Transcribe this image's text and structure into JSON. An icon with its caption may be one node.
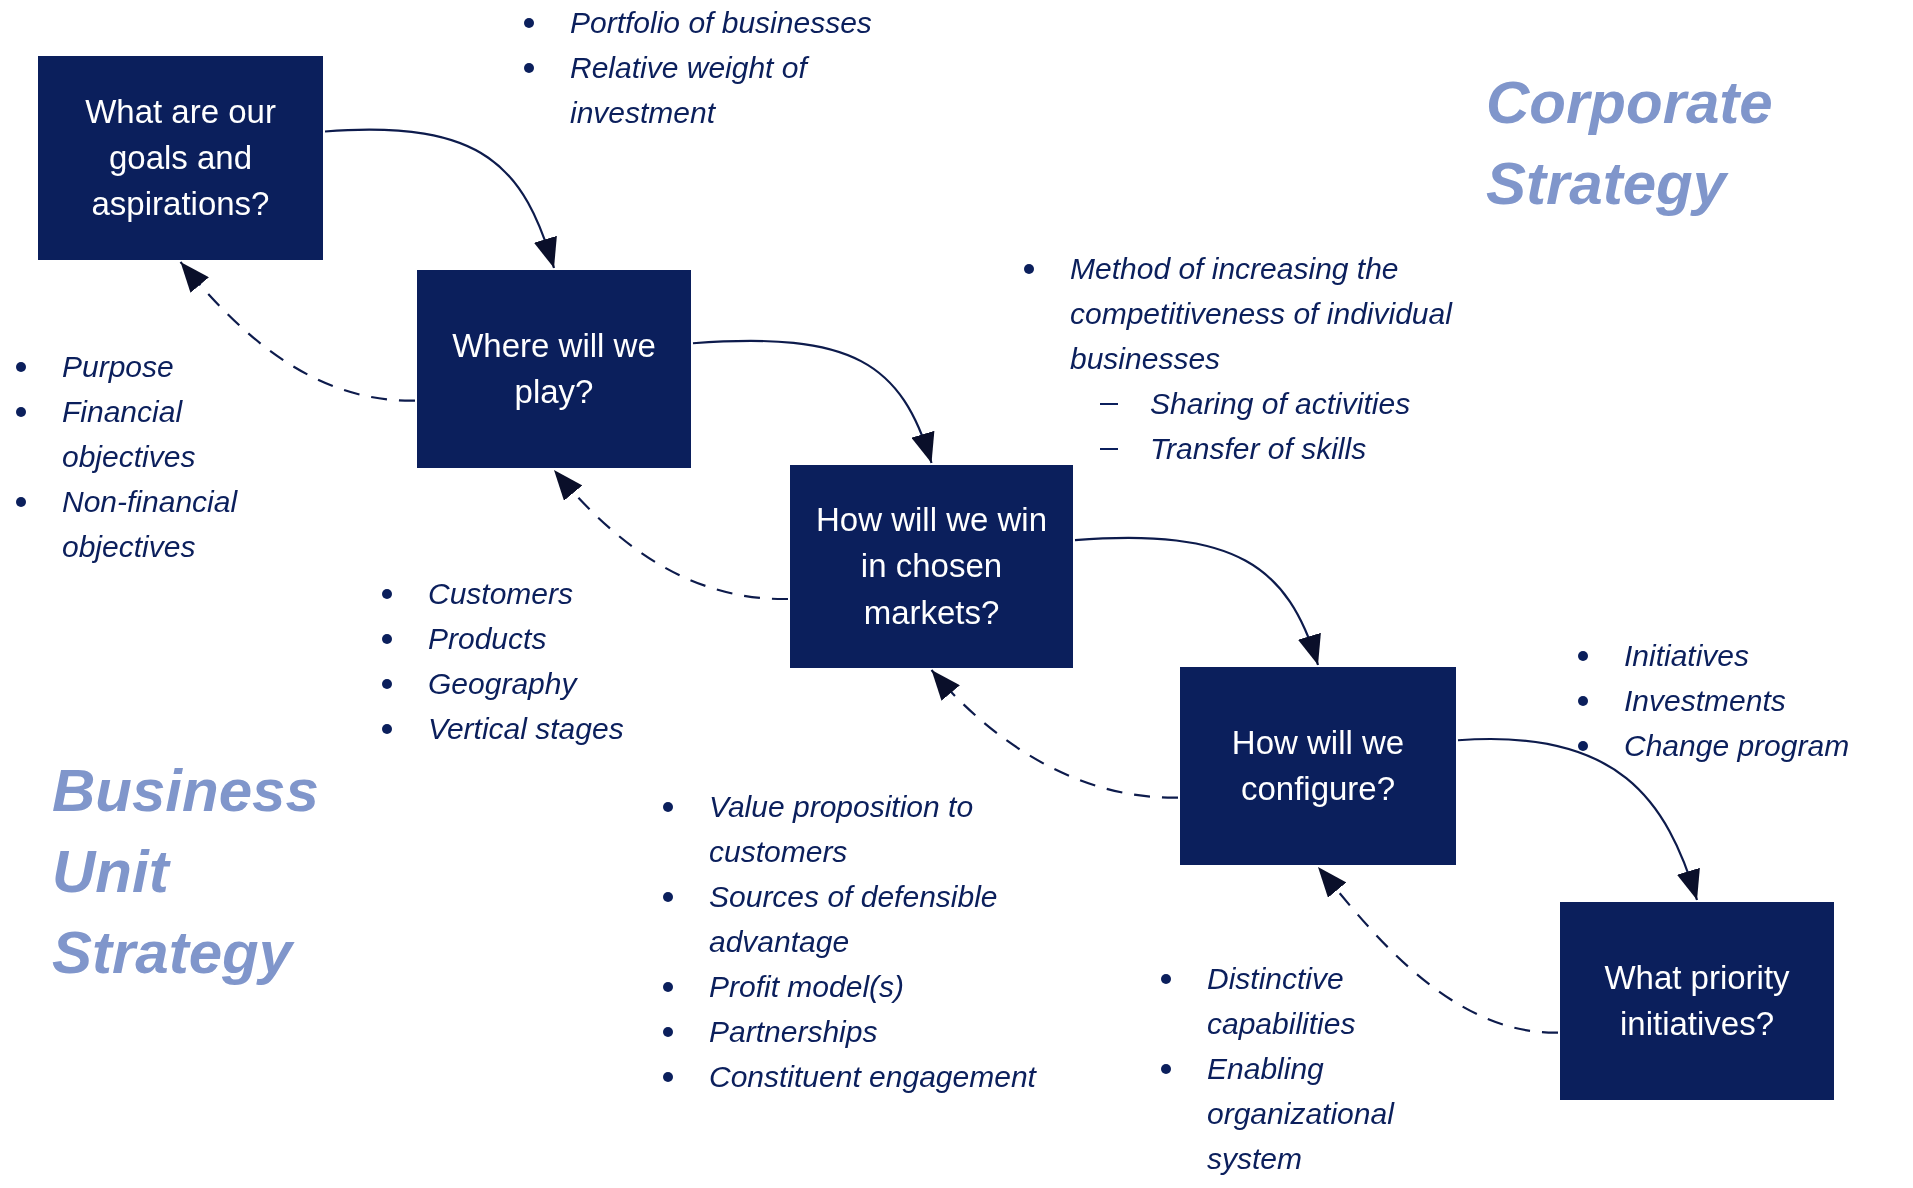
{
  "diagram": {
    "nodes": [
      {
        "text": [
          "What are our goals and aspirations?"
        ]
      },
      {
        "text": [
          "Where will we play?"
        ]
      },
      {
        "text": [
          "How will we win in chosen markets?"
        ]
      },
      {
        "text": [
          "How will we configure?"
        ]
      },
      {
        "text": [
          "What priority initiatives?"
        ]
      }
    ],
    "edges": [
      {
        "from": 0,
        "to": 1,
        "arrow": "to"
      },
      {
        "from": 1,
        "to": 0,
        "arrow": "to",
        "style": "dashed"
      },
      {
        "from": 1,
        "to": 2,
        "arrow": "to"
      },
      {
        "from": 2,
        "to": 1,
        "arrow": "to",
        "style": "dashed"
      },
      {
        "from": 2,
        "to": 3,
        "arrow": "to"
      },
      {
        "from": 3,
        "to": 2,
        "arrow": "to",
        "style": "dashed"
      },
      {
        "from": 3,
        "to": 4,
        "arrow": "to"
      },
      {
        "from": 4,
        "to": 3,
        "arrow": "to",
        "style": "dashed"
      }
    ],
    "labels": [
      "Portfolio of businesses",
      "Relative weight of investment",
      "Corporate Strategy",
      "Method of increasing the competitiveness of individual businesses",
      "Sharing of activities",
      "Transfer of skills",
      "Purpose",
      "Financial objectives",
      "Non-financial objectives",
      "Customers",
      "Products",
      "Geography",
      "Vertical stages",
      "Initiatives",
      "Investments",
      "Change program",
      "Business Unit Strategy",
      "Value proposition to customers",
      "Sources of defensible advantage",
      "Profit model(s)",
      "Partnerships",
      "Constituent engagement",
      "Distinctive capabilities",
      "Enabling organizational system"
    ]
  }
}
